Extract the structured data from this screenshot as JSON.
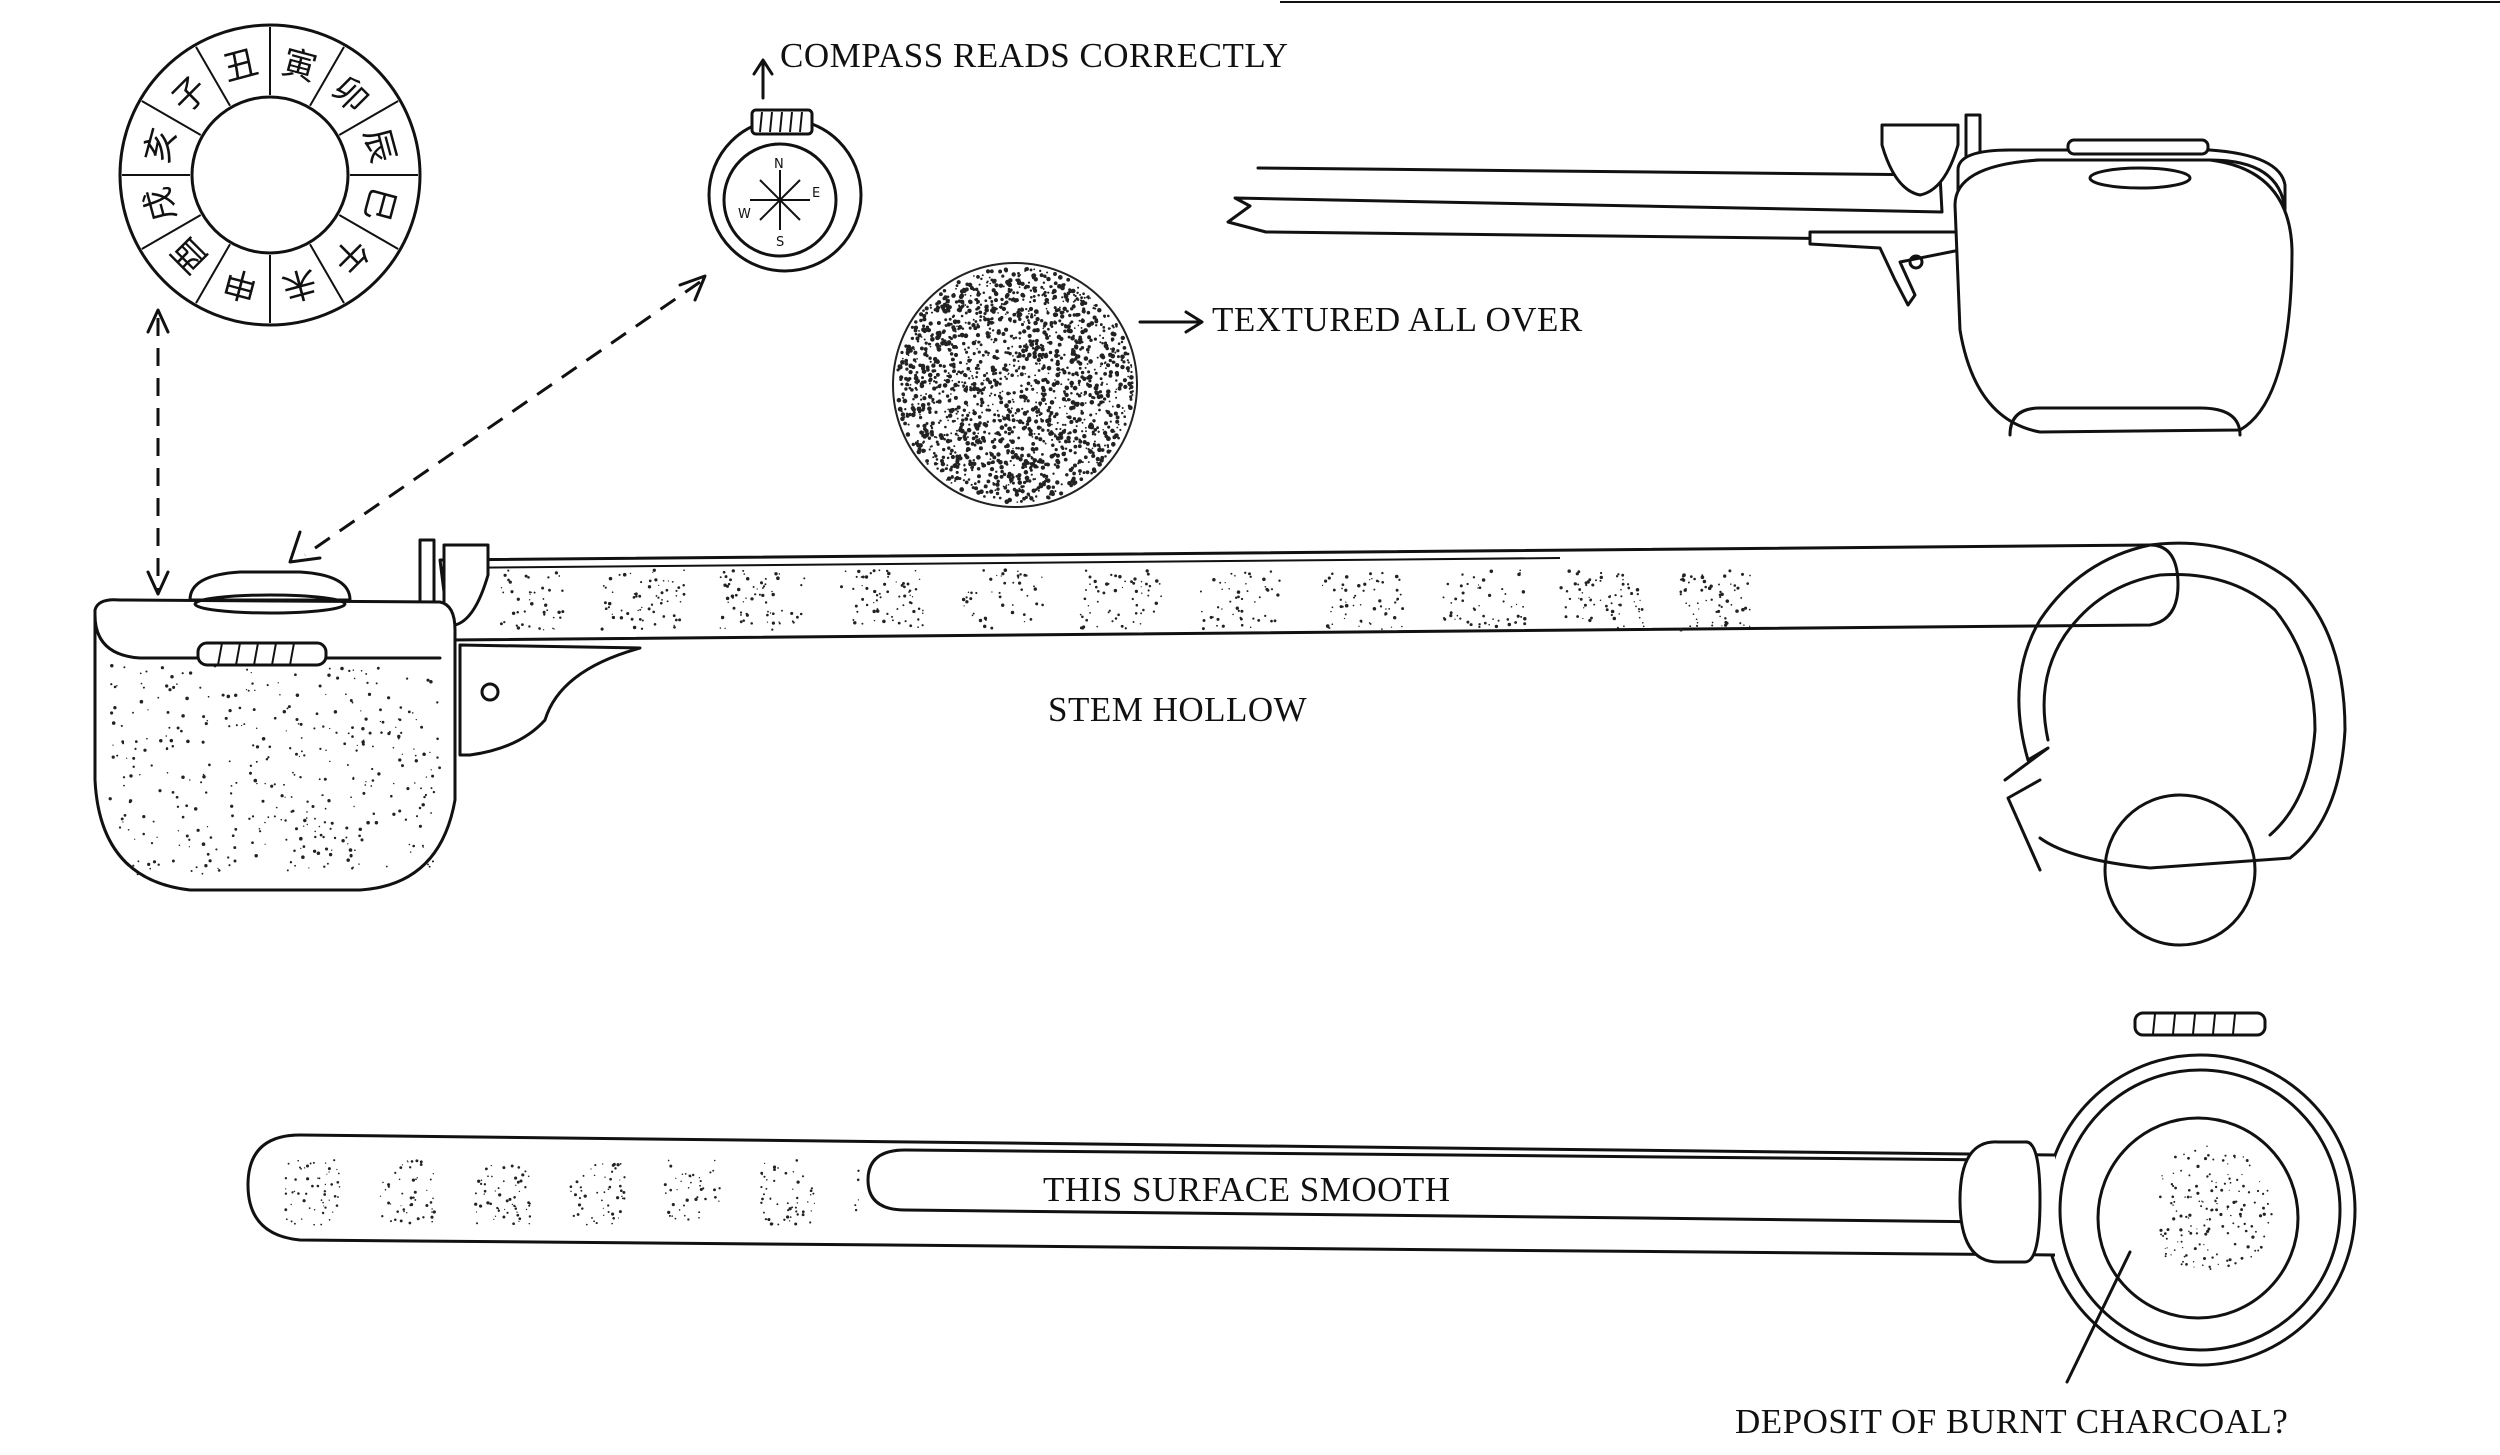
{
  "labels": {
    "compass": "COMPASS READS CORRECTLY",
    "textured": "TEXTURED ALL OVER",
    "stem_hollow": "STEM HOLLOW",
    "surface_smooth": "THIS SURFACE SMOOTH",
    "deposit": "DEPOSIT OF BURNT CHARCOAL?"
  },
  "compass_points": [
    "N",
    "E",
    "S",
    "W"
  ],
  "zodiac_glyphs": [
    "寅",
    "卯",
    "辰",
    "巳",
    "午",
    "未",
    "申",
    "酉",
    "戌",
    "亥",
    "子",
    "丑"
  ],
  "colors": {
    "ink": "#111111",
    "paper": "#ffffff"
  }
}
